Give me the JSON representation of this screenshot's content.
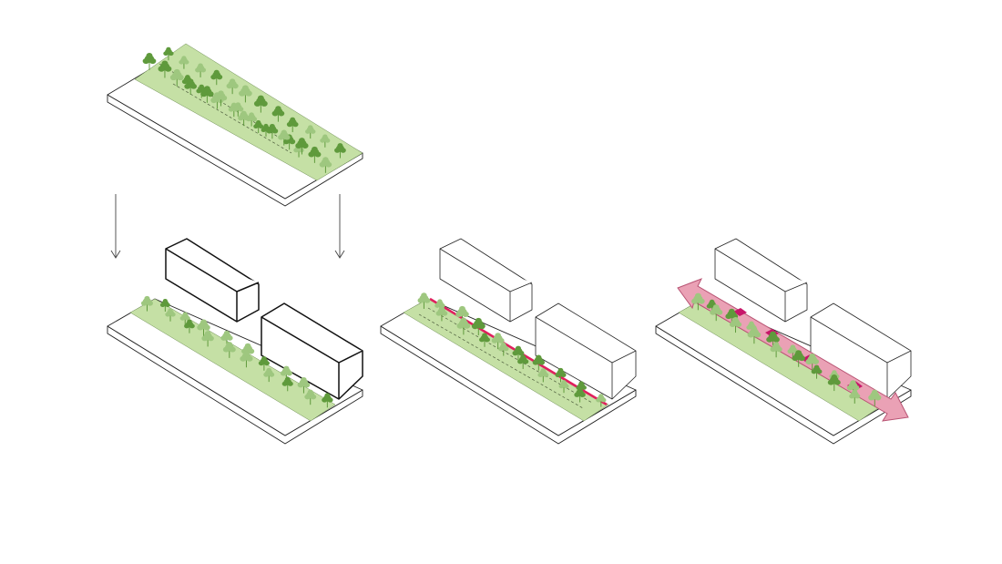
{
  "colors": {
    "park_fill": "#c5e0a5",
    "tree_light": "#9ec77f",
    "tree_dark": "#5f9a3c",
    "line": "#222222",
    "edge_red": "#e0205e",
    "corridor_pink": "#eaa1b5",
    "pink_stroke": "#b85373",
    "marker_magenta": "#c8166a"
  },
  "panels": [
    {
      "name": "park-strip-plan",
      "buildings": 0,
      "edge_line": false,
      "corridor": false
    },
    {
      "name": "park-with-buildings",
      "buildings": 2,
      "edge_line": false,
      "corridor": false
    },
    {
      "name": "park-with-edge-line",
      "buildings": 2,
      "edge_line": true,
      "corridor": false
    },
    {
      "name": "park-with-corridor",
      "buildings": 2,
      "edge_line": false,
      "corridor": true
    }
  ],
  "icons": [
    "down-arrow-icon",
    "tree-icon",
    "double-headed-arrow-icon"
  ]
}
